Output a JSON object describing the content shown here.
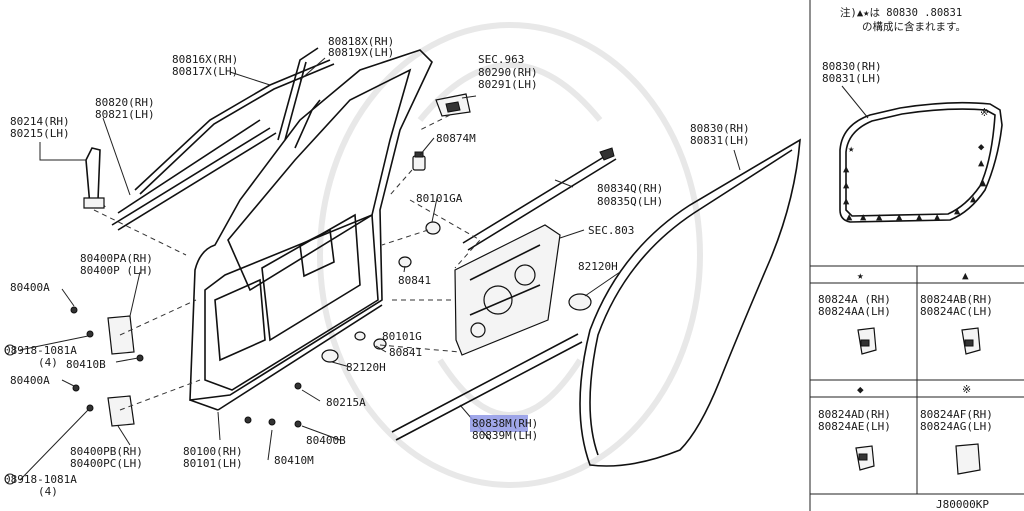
{
  "labels": {
    "glass_rh": "80818X(RH)",
    "glass_lh": "80819X(LH)",
    "run_rh": "80816X(RH)",
    "run_lh": "80817X(LH)",
    "sec963": "SEC.963",
    "mirror_rh": "80290(RH)",
    "mirror_lh": "80291(LH)",
    "molding_rh": "80820(RH)",
    "molding_lh": "80821(LH)",
    "sash_rh": "80214(RH)",
    "sash_lh": "80215(LH)",
    "p80874m": "80874M",
    "p80101ga": "80101GA",
    "seal_rh": "80834Q(RH)",
    "seal_lh": "80835Q(LH)",
    "sec803": "SEC.803",
    "weather_rh": "80830(RH)",
    "weather_lh": "80831(LH)",
    "hinge_up_rh": "80400PA(RH)",
    "hinge_up_lh": "80400P (LH)",
    "p80400a_1": "80400A",
    "bolt_1": "08918-1081A",
    "qty_1": "(4)",
    "p80410b": "80410B",
    "p80400a_2": "80400A",
    "p80841_1": "80841",
    "p82120h_1": "82120H",
    "p80101g": "80101G",
    "p80841_2": "80841",
    "p82120h_2": "82120H",
    "p80215a": "80215A",
    "hinge_lo_rh": "80400PB(RH)",
    "hinge_lo_lh": "80400PC(LH)",
    "door_rh": "80100(RH)",
    "door_lh": "80101(LH)",
    "p80400b": "80400B",
    "p80410m": "80410M",
    "bolt_2": "08918-1081A",
    "qty_2": "(4)",
    "mold_lo_rh": "80838M(RH)",
    "mold_lo_lh": "80839M(LH)",
    "ref_code": "J80000KP"
  },
  "inset": {
    "note_line1": "注)▲★は 80830 .80831",
    "note_line2": "の構成に含まれます。",
    "weather_rh": "80830(RH)",
    "weather_lh": "80831(LH)",
    "clips": [
      {
        "symbol": "★",
        "name": "star",
        "rh": "80824A (RH)",
        "lh": "80824AA(LH)"
      },
      {
        "symbol": "▲",
        "name": "triangle",
        "rh": "80824AB(RH)",
        "lh": "80824AC(LH)"
      },
      {
        "symbol": "◆",
        "name": "diamond",
        "rh": "80824AD(RH)",
        "lh": "80824AE(LH)"
      },
      {
        "symbol": "※",
        "name": "asterisk",
        "rh": "80824AF(RH)",
        "lh": "80824AG(LH)"
      }
    ]
  },
  "colors": {
    "highlight": "#8f98e6",
    "line": "#222222"
  }
}
